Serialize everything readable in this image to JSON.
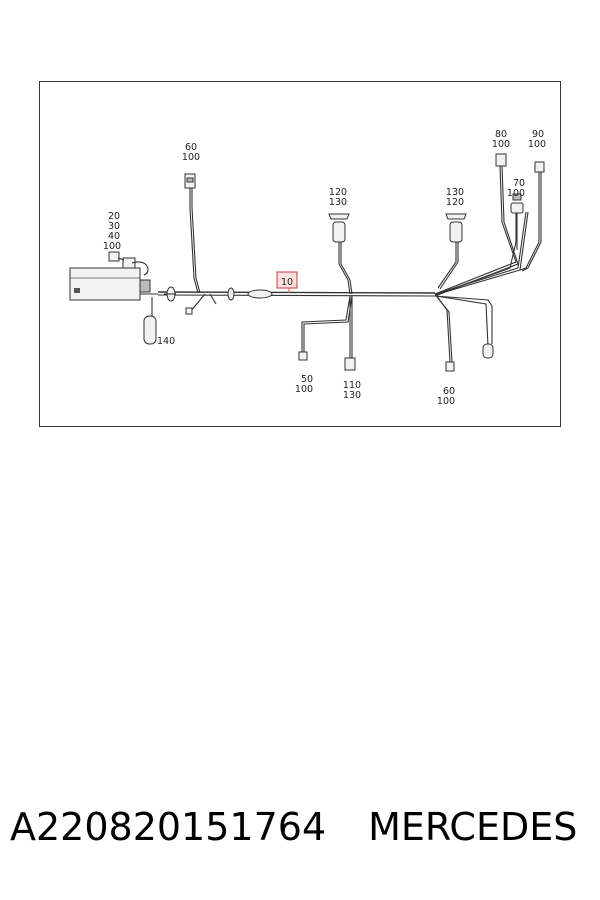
{
  "callouts": {
    "c60_100_top": [
      "60",
      "100"
    ],
    "c20_group": [
      "20",
      "30",
      "40",
      "100"
    ],
    "c120_130": [
      "120",
      "130"
    ],
    "c130_120": [
      "130",
      "120"
    ],
    "c80_100": [
      "80",
      "100"
    ],
    "c90_100": [
      "90",
      "100"
    ],
    "c70_100": [
      "70",
      "100"
    ],
    "c10": "10",
    "c140": "140",
    "c50_100": [
      "50",
      "100"
    ],
    "c110_130": [
      "110",
      "130"
    ],
    "c60_100_bottom": [
      "60",
      "100"
    ]
  },
  "caption": {
    "part_number": "A220820151764",
    "brand": "MERCEDES"
  },
  "colors": {
    "highlight_border": "#d9534f",
    "highlight_fill": "#fbe3e3"
  }
}
